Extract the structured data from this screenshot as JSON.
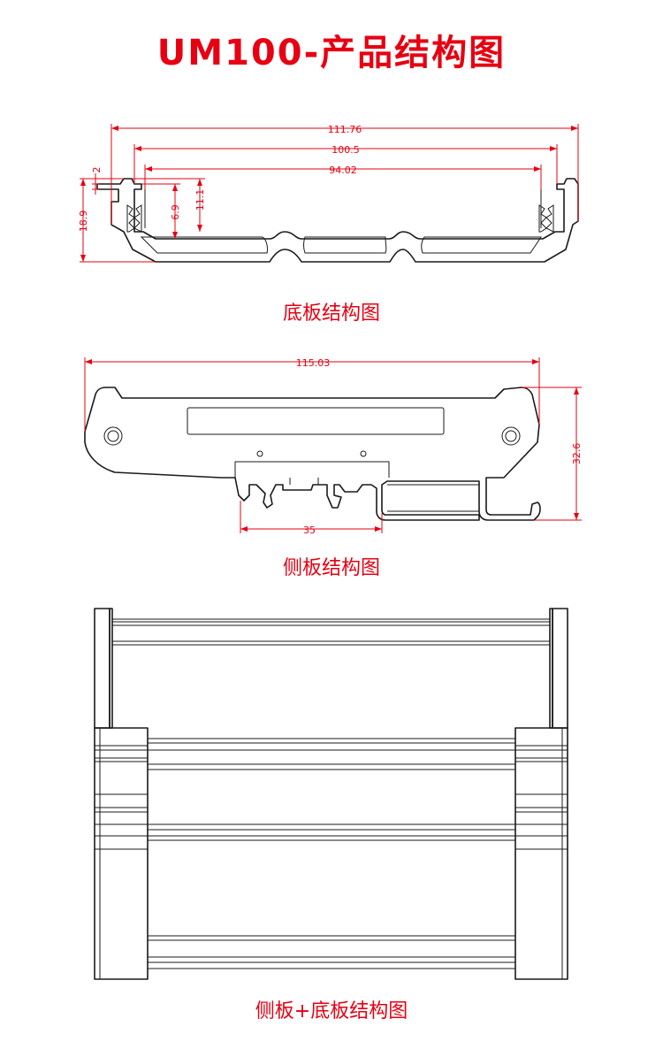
{
  "title": "UM100-产品结构图",
  "base_plate": {
    "caption": "底板结构图",
    "dims": {
      "overall_width": "111.76",
      "inner_width": "100.5",
      "slot_width": "94.02",
      "height": "18.9",
      "top_lip": "2",
      "depth_a": "6.9",
      "depth_b": "11.1"
    }
  },
  "side_plate": {
    "caption": "侧板结构图",
    "dims": {
      "width": "115.03",
      "height": "32.6",
      "rail": "35"
    }
  },
  "assembly": {
    "caption": "侧板+底板结构图"
  },
  "colors": {
    "accent": "#e60012",
    "line": "#1a1a1a"
  }
}
